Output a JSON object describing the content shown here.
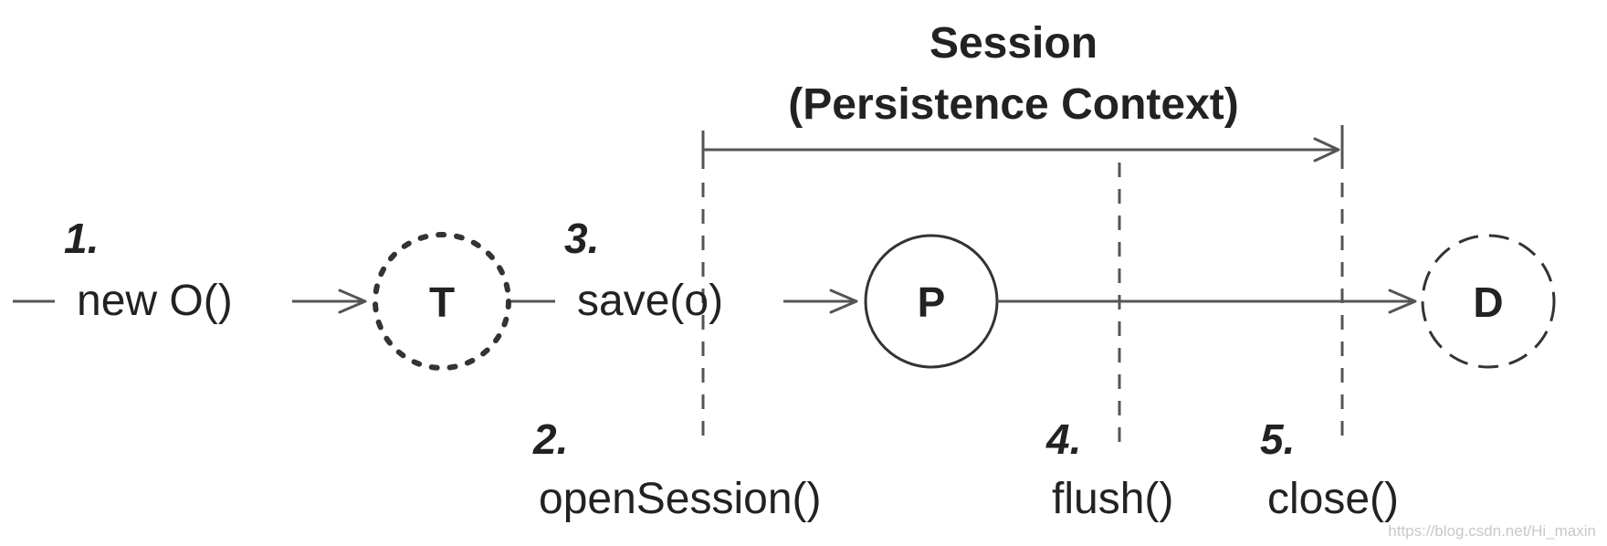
{
  "title": {
    "line1": "Session",
    "line2": "(Persistence Context)"
  },
  "steps": [
    {
      "number": "1.",
      "label": "new O()"
    },
    {
      "number": "2.",
      "label": "openSession()"
    },
    {
      "number": "3.",
      "label": "save(o)"
    },
    {
      "number": "4.",
      "label": "flush()"
    },
    {
      "number": "5.",
      "label": "close()"
    }
  ],
  "states": {
    "transient": "T",
    "persistent": "P",
    "detached": "D"
  },
  "watermark": "https://blog.csdn.net/Hi_maxin"
}
